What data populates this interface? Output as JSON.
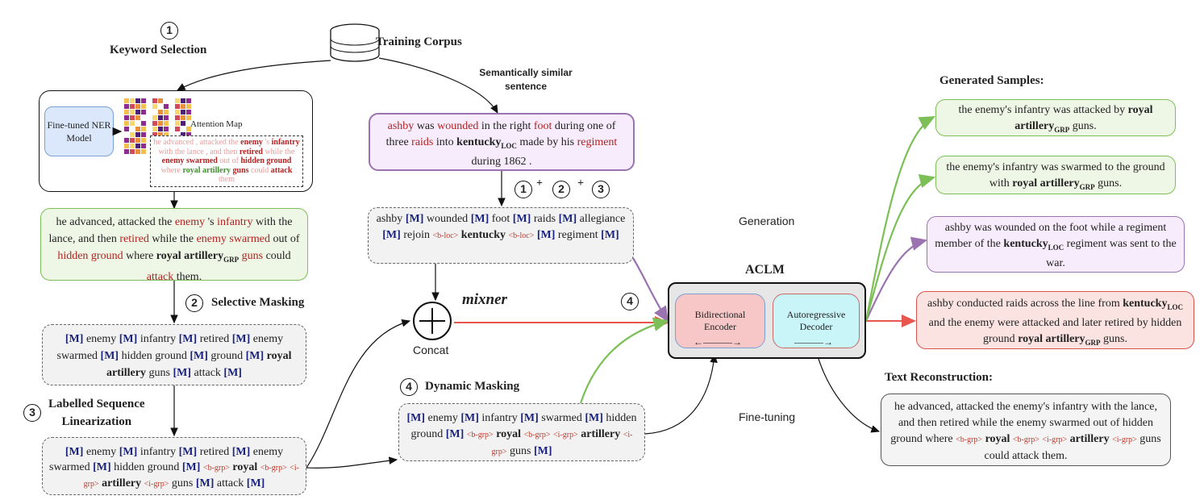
{
  "labels": {
    "keyword_selection": "Keyword Selection",
    "training_corpus": "Training Corpus",
    "semantically_similar": "Semantically similar",
    "sentence": "sentence",
    "generated_samples": "Generated Samples:",
    "generation": "Generation",
    "aclm": "ACLM",
    "mixner": "mixner",
    "concat": "Concat",
    "selective_masking": "Selective Masking",
    "labelled_seq_1": "Labelled Sequence",
    "labelled_seq_2": "Linearization",
    "dynamic_masking": "Dynamic Masking",
    "text_reconstruction": "Text Reconstruction:",
    "fine_tuning": "Fine-tuning",
    "fine_tuned_ner": "Fine-tuned NER Model",
    "attention_map": "Attention Map",
    "bidirectional_encoder": "Bidirectional Encoder",
    "autoregressive_decoder": "Autoregressive Decoder",
    "plus": "+"
  },
  "steps": {
    "one": "1",
    "two": "2",
    "three": "3",
    "four": "4"
  },
  "mask": "[M]",
  "tags": {
    "bloc": "<b-loc>",
    "bgrp": "<b-grp>",
    "igrp": "<i-grp>",
    "b_part": "<b-",
    "grp_part": "grp>"
  },
  "sub": {
    "loc": "LOC",
    "grp": "GRP"
  },
  "words": {
    "enemy": "enemy",
    "infantry": "infantry",
    "retired": "retired",
    "swarmed": "swarmed",
    "hidden_ground": "hidden ground",
    "ground": "ground",
    "royal": "royal",
    "artillery": "artillery",
    "royal_artillery": "royal artillery",
    "guns": "guns",
    "attack": "attack",
    "ashby": "ashby",
    "wounded": "wounded",
    "foot": "foot",
    "raids": "raids",
    "allegiance": "allegiance",
    "rejoin": "rejoin",
    "kentucky": "kentucky",
    "regiment": "regiment",
    "advanced": "advanced",
    "lance": "lance",
    "guns_could_attack": "guns could attack"
  },
  "text": {
    "he_advanced": "he advanced, attacked the",
    "s": "'s",
    "with_the_lance": "with the lance, and then",
    "while_the": "while the",
    "out_of": "out of",
    "where": "where",
    "could": "could",
    "them": "them.",
    "in_the_right": "in the right",
    "during_one": "during one of three",
    "into": "into",
    "made_by_his": "made by his",
    "during_1862": "during 1862 .",
    "gen1a": "the enemy's infantry was attacked by",
    "gen1b": "guns.",
    "gen2a": "the enemy's infantry was swarmed to the ground with",
    "gen3a": "ashby was wounded on the foot while a regiment member of the",
    "gen3b": "regiment was sent to the war.",
    "gen4a": "ashby conducted raids across the line from",
    "gen4b": "and the enemy were attacked and later retired by hidden ground",
    "rec1": "he advanced, attacked the enemy's infantry with the lance, and then retired while the enemy swarmed out of hidden ground where",
    "rec2": "guns could attack them.",
    "att_a": "he advanced , attacked the",
    "att_b": "'s",
    "att_c": "with the lance , and then",
    "att_d": "while the",
    "att_e": "out of",
    "att_f": "where",
    "att_g": "could",
    "att_h": "them"
  },
  "colors": {
    "green_border": "#7cbf57",
    "purple_border": "#9a73b0",
    "red_border": "#d9534f",
    "mask": "#1a237e",
    "keyword": "#b22222",
    "encoder": "#f7c6c7",
    "decoder": "#c9f5f8"
  }
}
